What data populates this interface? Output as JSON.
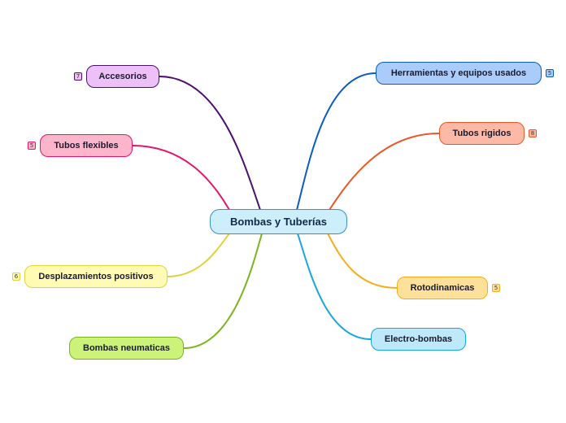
{
  "central": {
    "label": "Bombas y Tuberías",
    "fill": "#cdeefb",
    "border": "#3a8fc4"
  },
  "topics": [
    {
      "id": "accesorios",
      "label": "Accesorios",
      "count": "7",
      "fill": "#edc0f7",
      "border": "#4b1070",
      "line": "#4b1070"
    },
    {
      "id": "tubos-flexibles",
      "label": "Tubos flexibles",
      "count": "5",
      "fill": "#fdb5cc",
      "border": "#e3136e",
      "line": "#e3136e"
    },
    {
      "id": "desplazamientos",
      "label": "Desplazamientos positivos",
      "count": "6",
      "fill": "#fffbb5",
      "border": "#e0d23a",
      "line": "#e0d23a"
    },
    {
      "id": "neumaticas",
      "label": "Bombas neumaticas",
      "count": "",
      "fill": "#ccf27a",
      "border": "#7ab51d",
      "line": "#7ab51d"
    },
    {
      "id": "herramientas",
      "label": "Herramientas y equipos usados",
      "count": "5",
      "fill": "#a9ccfb",
      "border": "#0a5dbf",
      "line": "#0a5dbf"
    },
    {
      "id": "tubos-rigidos",
      "label": "Tubos rigidos",
      "count": "8",
      "fill": "#fcb9a5",
      "border": "#e55a28",
      "line": "#e55a28"
    },
    {
      "id": "rotodinamicas",
      "label": "Rotodinamicas",
      "count": "5",
      "fill": "#fde19a",
      "border": "#f5ad1c",
      "line": "#f5ad1c"
    },
    {
      "id": "electro",
      "label": "Electro-bombas",
      "count": "",
      "fill": "#bde9fa",
      "border": "#19a6de",
      "line": "#19a6de"
    }
  ]
}
